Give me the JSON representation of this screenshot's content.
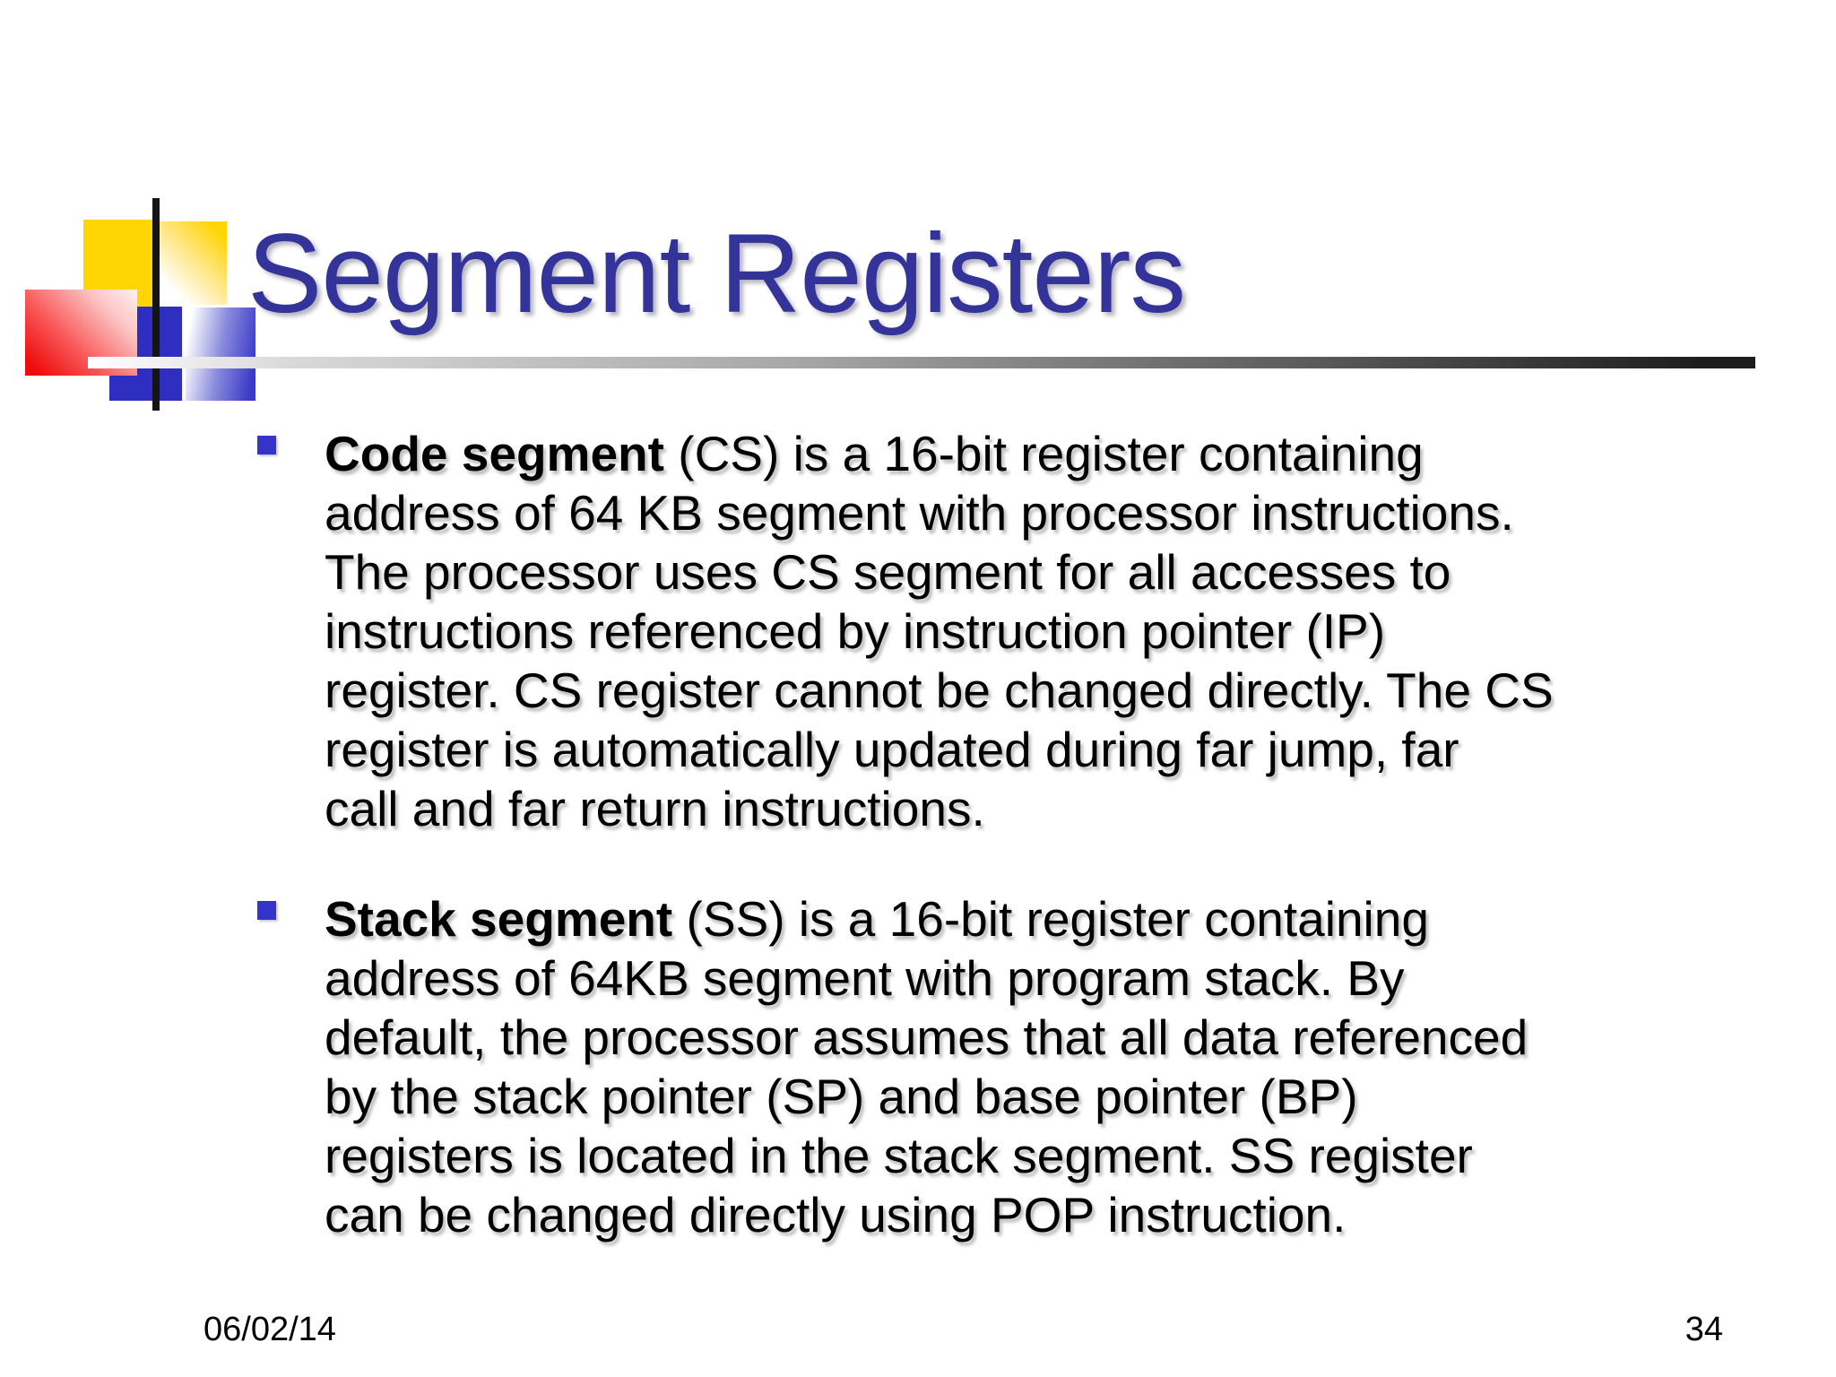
{
  "slide": {
    "title": "Segment Registers",
    "bullets": [
      {
        "lead_bold": "Code segment",
        "lines": [
          " (CS) is a 16-bit register containing",
          "address of 64 KB segment with processor instructions.",
          "The processor uses CS segment for all accesses to",
          "instructions referenced by instruction pointer (IP)",
          "register. CS register cannot be changed directly. The CS",
          "register is automatically updated during far jump, far",
          "call and far return instructions."
        ]
      },
      {
        "lead_bold": "Stack segment",
        "lines": [
          " (SS) is a 16-bit register containing",
          "address of 64KB segment with program stack. By",
          "default, the processor assumes that all data referenced",
          "by the stack pointer (SP) and base pointer (BP)",
          "registers is located in the stack segment. SS register",
          "can be changed directly using POP instruction."
        ]
      }
    ],
    "footer": {
      "date": "06/02/14",
      "page_number": "34"
    },
    "colors": {
      "title_text": "#333399",
      "bullet_marker": "#3533c8",
      "body_text": "#000000",
      "logo_yellow": "#ffd503",
      "logo_blue": "#2e2ec0",
      "logo_red": "#ee0c0c",
      "divider_left": "#ffffff",
      "divider_right": "#1d1d1d"
    }
  }
}
